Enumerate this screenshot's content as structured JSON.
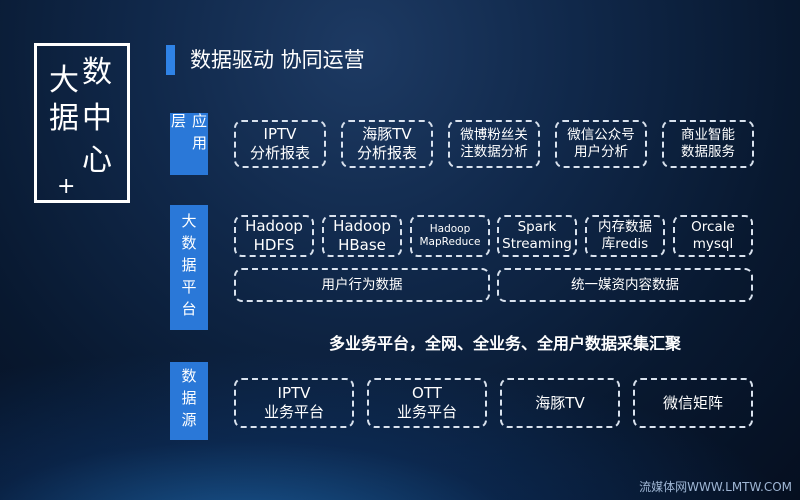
{
  "logo": {
    "chars": [
      "大",
      "数",
      "据",
      "中",
      "心"
    ],
    "plus": "+"
  },
  "title": "数据驱动 协同运营",
  "layers": [
    {
      "label": "应用层",
      "boxes": [
        {
          "text": "IPTV\n分析报表"
        },
        {
          "text": "海豚TV\n分析报表"
        },
        {
          "text": "微博粉丝关\n注数据分析"
        },
        {
          "text": "微信公众号\n用户分析"
        },
        {
          "text": "商业智能\n数据服务"
        }
      ]
    },
    {
      "label": "大数据平台",
      "boxes": [
        {
          "text": "Hadoop\nHDFS"
        },
        {
          "text": "Hadoop\nHBase"
        },
        {
          "text": "Hadoop\nMapReduce"
        },
        {
          "text": "Spark\nStreaming"
        },
        {
          "text": "内存数据\n库redis"
        },
        {
          "text": "Orcale\nmysql"
        },
        {
          "text": "用户行为数据"
        },
        {
          "text": "统一媒资内容数据"
        }
      ]
    },
    {
      "label": "数据源",
      "boxes": [
        {
          "text": "IPTV\n业务平台"
        },
        {
          "text": "OTT\n业务平台"
        },
        {
          "text": "海豚TV"
        },
        {
          "text": "微信矩阵"
        }
      ]
    }
  ],
  "collection_caption": "多业务平台，全网、全业务、全用户数据采集汇聚",
  "watermark": "流媒体网WWW.LMTW.COM"
}
